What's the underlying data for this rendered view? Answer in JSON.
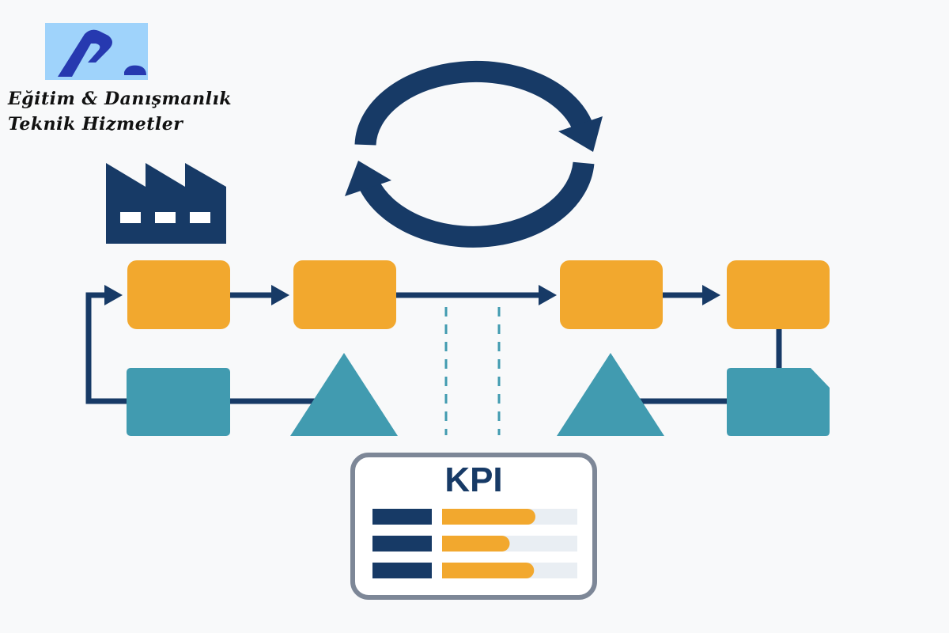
{
  "logo": {
    "brand_line_1": "Eğitim & Danışmanlık",
    "brand_line_2": "Teknik Hizmetler"
  },
  "colors": {
    "navy": "#173a66",
    "orange": "#f2a82e",
    "teal": "#419bb0",
    "logo_bg": "#9fd3fb",
    "logo_mark": "#2639b0",
    "kpi_border": "#7d8797",
    "kpi_track": "#e9eef3",
    "background": "#f8f9fa"
  },
  "diagram": {
    "icons": [
      "factory-icon",
      "cycle-arrows-icon"
    ],
    "process_steps": [
      "process-1",
      "process-2",
      "process-3",
      "process-4"
    ],
    "inventory_triangles": 2,
    "data_boxes": [
      "data-box-left",
      "data-box-right"
    ]
  },
  "kpi": {
    "title": "KPI",
    "bars": [
      {
        "label": "kpi-metric-1",
        "progress": 0.69
      },
      {
        "label": "kpi-metric-2",
        "progress": 0.5
      },
      {
        "label": "kpi-metric-3",
        "progress": 0.68
      }
    ]
  }
}
